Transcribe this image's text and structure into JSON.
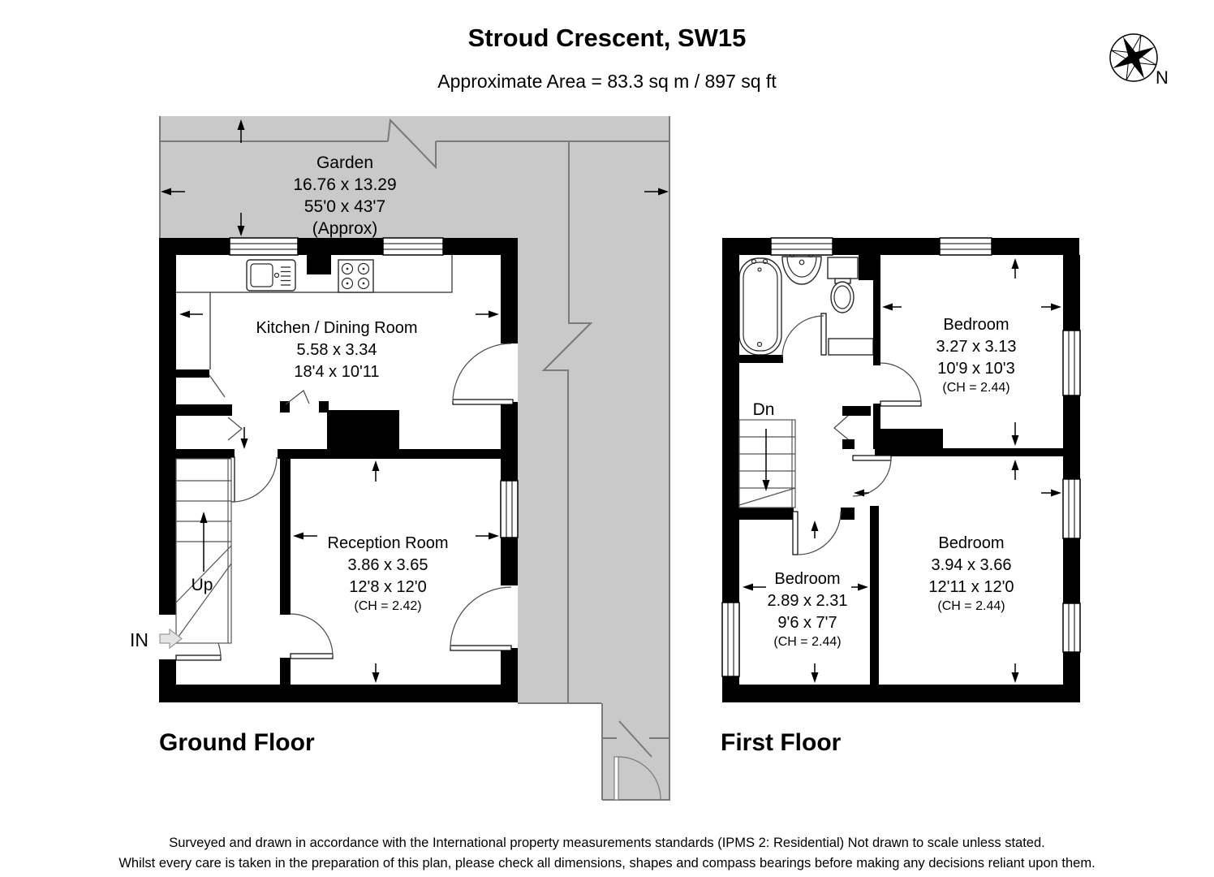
{
  "header": {
    "title": "Stroud Crescent, SW15",
    "subtitle": "Approximate Area = 83.3 sq m / 897 sq ft"
  },
  "compass": {
    "north_label": "N"
  },
  "ground_floor": {
    "label": "Ground Floor",
    "entrance_label": "IN",
    "stairs_label": "Up",
    "garden": {
      "name": "Garden",
      "dims_m": "16.76 x 13.29",
      "dims_ft": "55'0 x 43'7",
      "note": "(Approx)"
    },
    "kitchen": {
      "name": "Kitchen / Dining Room",
      "dims_m": "5.58 x 3.34",
      "dims_ft": "18'4 x 10'11"
    },
    "reception": {
      "name": "Reception Room",
      "dims_m": "3.86 x 3.65",
      "dims_ft": "12'8 x 12'0",
      "ch": "(CH =  2.42)"
    }
  },
  "first_floor": {
    "label": "First Floor",
    "stairs_label": "Dn",
    "bedroom1": {
      "name": "Bedroom",
      "dims_m": "3.27 x 3.13",
      "dims_ft": "10'9 x 10'3",
      "ch": "(CH =  2.44)"
    },
    "bedroom2": {
      "name": "Bedroom",
      "dims_m": "3.94 x 3.66",
      "dims_ft": "12'11 x 12'0",
      "ch": "(CH =  2.44)"
    },
    "bedroom3": {
      "name": "Bedroom",
      "dims_m": "2.89 x 2.31",
      "dims_ft": "9'6 x 7'7",
      "ch": "(CH =  2.44)"
    }
  },
  "footer": {
    "line1": "Surveyed and drawn in accordance with the International property measurements standards (IPMS 2: Residential) Not drawn to scale unless stated.",
    "line2": "Whilst every care is taken in the preparation of this plan, please check all dimensions, shapes and compass bearings before making any decisions reliant upon them."
  },
  "colors": {
    "garden_fill": "#c9c9c9",
    "fence_line": "#7a7a7a",
    "wall": "#000000"
  }
}
